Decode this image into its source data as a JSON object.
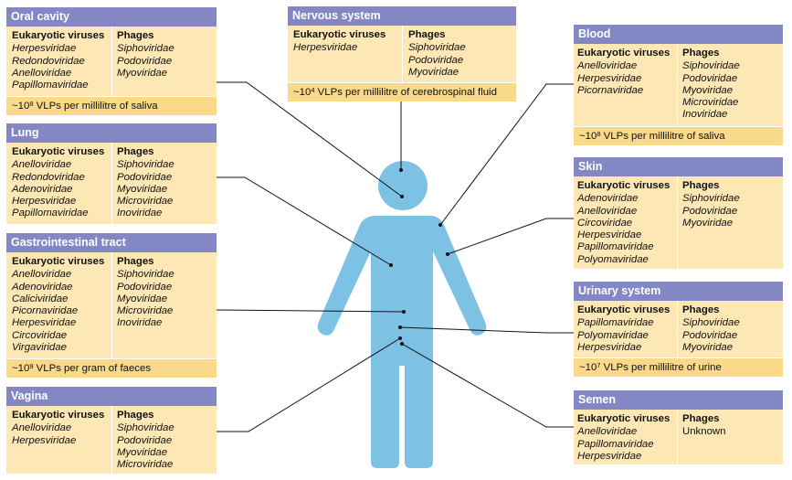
{
  "colors": {
    "header": "#8387c3",
    "body": "#fde7b5",
    "footer": "#fad98a",
    "figure": "#7dc2e5",
    "line": "#111111"
  },
  "panels": {
    "oral": {
      "title": "Oral cavity",
      "euk_header": "Eukaryotic viruses",
      "euk": [
        "Herpesviridae",
        "Redondoviridae",
        "Anelloviridae",
        "Papillomaviridae"
      ],
      "phage_header": "Phages",
      "phages": [
        "Siphoviridae",
        "Podoviridae",
        "Myoviridae"
      ],
      "conc_prefix": "~10",
      "conc_exp": "8",
      "conc_text": " VLPs per millilitre of saliva"
    },
    "lung": {
      "title": "Lung",
      "euk_header": "Eukaryotic viruses",
      "euk": [
        "Anelloviridae",
        "Redondoviridae",
        "Adenoviridae",
        "Herpesviridae",
        "Papillomaviridae"
      ],
      "phage_header": "Phages",
      "phages": [
        "Siphoviridae",
        "Podoviridae",
        "Myoviridae",
        "Microviridae",
        "Inoviridae"
      ]
    },
    "gi": {
      "title": "Gastrointestinal tract",
      "euk_header": "Eukaryotic viruses",
      "euk": [
        "Anelloviridae",
        "Adenoviridae",
        "Caliciviridae",
        "Picornaviridae",
        "Herpesviridae",
        "Circoviridae",
        "Virgaviridae"
      ],
      "phage_header": "Phages",
      "phages": [
        "Siphoviridae",
        "Podoviridae",
        "Myoviridae",
        "Microviridae",
        "Inoviridae"
      ],
      "conc_prefix": "~10",
      "conc_exp": "9",
      "conc_text": " VLPs per gram of faeces"
    },
    "vagina": {
      "title": "Vagina",
      "euk_header": "Eukaryotic viruses",
      "euk": [
        "Anelloviridae",
        "Herpesviridae"
      ],
      "phage_header": "Phages",
      "phages": [
        "Siphoviridae",
        "Podoviridae",
        "Myoviridae",
        "Microviridae"
      ]
    },
    "nervous": {
      "title": "Nervous system",
      "euk_header": "Eukaryotic viruses",
      "euk": [
        "Herpesviridae"
      ],
      "phage_header": "Phages",
      "phages": [
        "Siphoviridae",
        "Podoviridae",
        "Myoviridae"
      ],
      "conc_prefix": "~10",
      "conc_exp": "4",
      "conc_text": " VLPs per millilitre of cerebrospinal fluid"
    },
    "blood": {
      "title": "Blood",
      "euk_header": "Eukaryotic viruses",
      "euk": [
        "Anelloviridae",
        "Herpesviridae",
        "Picornaviridae"
      ],
      "phage_header": "Phages",
      "phages": [
        "Siphoviridae",
        "Podoviridae",
        "Myoviridae",
        "Microviridae",
        "Inoviridae"
      ],
      "conc_prefix": "~10",
      "conc_exp": "8",
      "conc_text": " VLPs per millilitre of saliva"
    },
    "skin": {
      "title": "Skin",
      "euk_header": "Eukaryotic viruses",
      "euk": [
        "Adenoviridae",
        "Anelloviridae",
        "Circoviridae",
        "Herpesviridae",
        "Papillomaviridae",
        "Polyomaviridae"
      ],
      "phage_header": "Phages",
      "phages": [
        "Siphoviridae",
        "Podoviridae",
        "Myoviridae"
      ]
    },
    "urinary": {
      "title": "Urinary system",
      "euk_header": "Eukaryotic viruses",
      "euk": [
        "Papillomaviridae",
        "Polyomaviridae",
        "Herpesviridae"
      ],
      "phage_header": "Phages",
      "phages": [
        "Siphoviridae",
        "Podoviridae",
        "Myoviridae"
      ],
      "conc_prefix": "~10",
      "conc_exp": "7",
      "conc_text": " VLPs per millilitre of urine"
    },
    "semen": {
      "title": "Semen",
      "euk_header": "Eukaryotic viruses",
      "euk": [
        "Anelloviridae",
        "Papillomaviridae",
        "Herpesviridae"
      ],
      "phage_header": "Phages",
      "phages": [
        "Unknown"
      ]
    }
  }
}
